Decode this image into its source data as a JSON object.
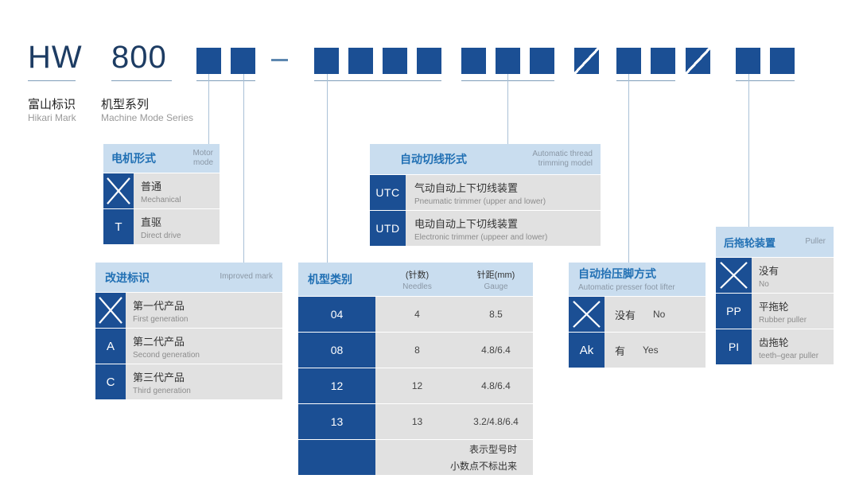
{
  "model_code": {
    "brand": "HW",
    "series": "800",
    "separator": "-"
  },
  "labels": {
    "brand_zh": "富山标识",
    "brand_en": "Hikari Mark",
    "series_zh": "机型系列",
    "series_en": "Machine Mode Series"
  },
  "code_slots": {
    "prefix_squares": 2,
    "group_square_counts": [
      4,
      3,
      2,
      2
    ],
    "slash_separator_squares": 2
  },
  "colors": {
    "dark_blue": "#1b4f94",
    "header_light_blue": "#c9ddef",
    "title_blue": "#2170b4",
    "row_gray": "#e1e1e1"
  },
  "boxes": {
    "motor": {
      "title_zh": "电机形式",
      "title_en": "Motor mode",
      "rows": [
        {
          "code": "X",
          "zh": "普通",
          "en": "Mechanical"
        },
        {
          "code": "T",
          "zh": "直驱",
          "en": "Direct drive"
        }
      ]
    },
    "improved": {
      "title_zh": "改进标识",
      "title_en": "Improved mark",
      "rows": [
        {
          "code": "X",
          "zh": "第一代产品",
          "en": "First generation"
        },
        {
          "code": "A",
          "zh": "第二代产品",
          "en": "Second generation"
        },
        {
          "code": "C",
          "zh": "第三代产品",
          "en": "Third generation"
        }
      ]
    },
    "machine_type": {
      "title_zh": "机型类别",
      "needles_zh": "(针数)",
      "needles_en": "Needles",
      "gauge_zh": "针距(mm)",
      "gauge_en": "Gauge",
      "rows": [
        {
          "code": "04",
          "needles": "4",
          "gauge": "8.5"
        },
        {
          "code": "08",
          "needles": "8",
          "gauge": "4.8/6.4"
        },
        {
          "code": "12",
          "needles": "12",
          "gauge": "4.8/6.4"
        },
        {
          "code": "13",
          "needles": "13",
          "gauge": "3.2/4.8/6.4"
        }
      ],
      "note_line1": "表示型号时",
      "note_line2": "小数点不标出来"
    },
    "trimming": {
      "title_zh": "自动切线形式",
      "title_en": "Automatic thread trimming model",
      "rows": [
        {
          "code": "UTC",
          "zh": "气动自动上下切线装置",
          "en": "Pneumatic trimmer (upper and lower)"
        },
        {
          "code": "UTD",
          "zh": "电动自动上下切线装置",
          "en": "Electronic trimmer (uppeer and lower)"
        }
      ]
    },
    "presser": {
      "title_zh": "自动抬压脚方式",
      "title_en": "Automatic presser foot lifter",
      "rows": [
        {
          "code": "X",
          "zh": "没有",
          "en": "No"
        },
        {
          "code": "Ak",
          "zh": "有",
          "en": "Yes"
        }
      ]
    },
    "puller": {
      "title_zh": "后拖轮装置",
      "title_en": "Puller",
      "rows": [
        {
          "code": "X",
          "zh": "没有",
          "en": "No"
        },
        {
          "code": "PP",
          "zh": "平拖轮",
          "en": "Rubber puller"
        },
        {
          "code": "PI",
          "zh": "齿拖轮",
          "en": "teeth–gear puller"
        }
      ]
    }
  }
}
